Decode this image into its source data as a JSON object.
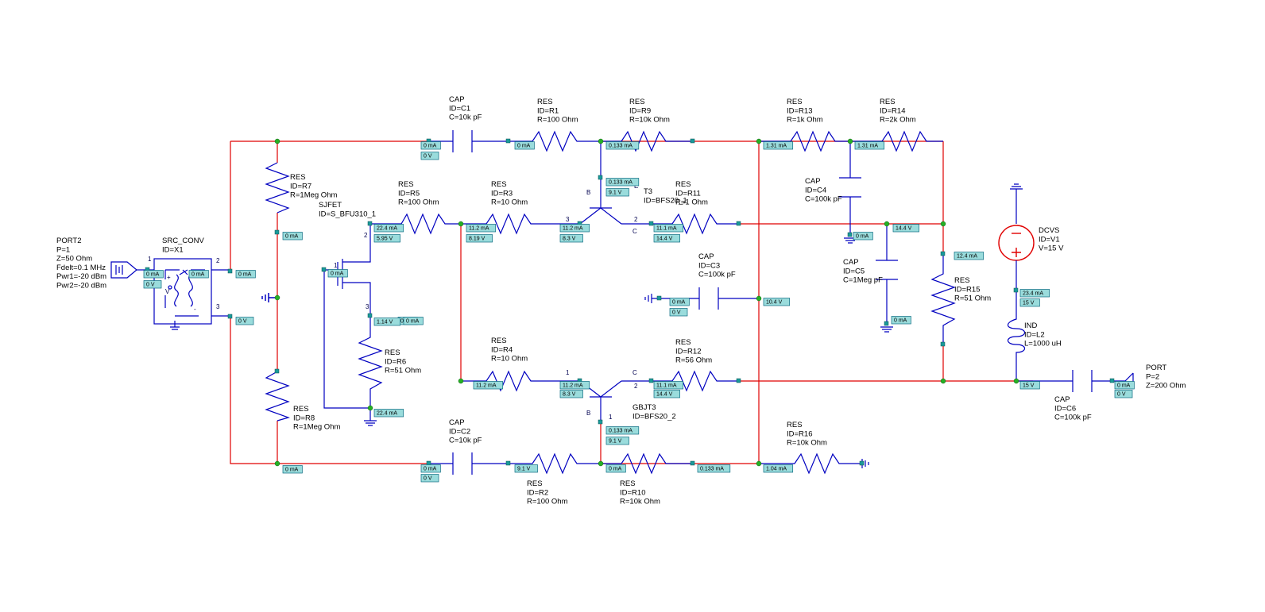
{
  "components": [
    {
      "id": "port2",
      "lines": [
        "PORT2",
        "P=1",
        "Z=50 Ohm",
        "Fdelt=0.1 MHz",
        "Pwr1=-20 dBm",
        "Pwr2=-20 dBm"
      ]
    },
    {
      "id": "x1",
      "lines": [
        "SRC_CONV",
        "ID=X1"
      ]
    },
    {
      "id": "r7",
      "lines": [
        "RES",
        "ID=R7",
        "R=1Meg Ohm"
      ]
    },
    {
      "id": "r8",
      "lines": [
        "RES",
        "ID=R8",
        "R=1Meg Ohm"
      ]
    },
    {
      "id": "sjfet",
      "lines": [
        "SJFET",
        "ID=S_BFU310_1"
      ]
    },
    {
      "id": "r5",
      "lines": [
        "RES",
        "ID=R5",
        "R=100 Ohm"
      ]
    },
    {
      "id": "r6",
      "lines": [
        "RES",
        "ID=R6",
        "R=51 Ohm"
      ]
    },
    {
      "id": "r3",
      "lines": [
        "RES",
        "ID=R3",
        "R=10 Ohm"
      ]
    },
    {
      "id": "r4",
      "lines": [
        "RES",
        "ID=R4",
        "R=10 Ohm"
      ]
    },
    {
      "id": "c1",
      "lines": [
        "CAP",
        "ID=C1",
        "C=10k pF"
      ]
    },
    {
      "id": "c2",
      "lines": [
        "CAP",
        "ID=C2",
        "C=10k pF"
      ]
    },
    {
      "id": "r1",
      "lines": [
        "RES",
        "ID=R1",
        "R=100 Ohm"
      ]
    },
    {
      "id": "r2",
      "lines": [
        "RES",
        "ID=R2",
        "R=100 Ohm"
      ]
    },
    {
      "id": "r9",
      "lines": [
        "RES",
        "ID=R9",
        "R=10k Ohm"
      ]
    },
    {
      "id": "r10",
      "lines": [
        "RES",
        "ID=R10",
        "R=10k Ohm"
      ]
    },
    {
      "id": "t3",
      "lines": [
        "T3",
        "ID=BFS20_1"
      ]
    },
    {
      "id": "gbjt3",
      "lines": [
        "GBJT3",
        "ID=BFS20_2"
      ]
    },
    {
      "id": "r11",
      "lines": [
        "RES",
        "ID=R11",
        "R=1 Ohm"
      ]
    },
    {
      "id": "r12",
      "lines": [
        "RES",
        "ID=R12",
        "R=56 Ohm"
      ]
    },
    {
      "id": "c3",
      "lines": [
        "CAP",
        "ID=C3",
        "C=100k pF"
      ]
    },
    {
      "id": "r13",
      "lines": [
        "RES",
        "ID=R13",
        "R=1k Ohm"
      ]
    },
    {
      "id": "r14",
      "lines": [
        "RES",
        "ID=R14",
        "R=2k Ohm"
      ]
    },
    {
      "id": "c4",
      "lines": [
        "CAP",
        "ID=C4",
        "C=100k pF"
      ]
    },
    {
      "id": "c5",
      "lines": [
        "CAP",
        "ID=C5",
        "C=1Meg pF"
      ]
    },
    {
      "id": "r15",
      "lines": [
        "RES",
        "ID=R15",
        "R=51 Ohm"
      ]
    },
    {
      "id": "r16",
      "lines": [
        "RES",
        "ID=R16",
        "R=10k Ohm"
      ]
    },
    {
      "id": "v1",
      "lines": [
        "DCVS",
        "ID=V1",
        "V=15 V"
      ]
    },
    {
      "id": "l2",
      "lines": [
        "IND",
        "ID=L2",
        "L=1000 uH"
      ]
    },
    {
      "id": "c6",
      "lines": [
        "CAP",
        "ID=C6",
        "C=100k pF"
      ]
    },
    {
      "id": "port",
      "lines": [
        "PORT",
        "P=2",
        "Z=200 Ohm"
      ]
    }
  ],
  "annotations": [
    "0 mA",
    "0 V",
    "0 mA",
    "0 mA",
    "0 V",
    "0 mA",
    "0 mA",
    "0 mA",
    "0 mA",
    "22.4 mA",
    "5.95 V",
    "0 mA",
    "1.14 V",
    "22.4 mA",
    "11.2 mA",
    "8.19 V",
    "11.2 mA",
    "8.3 V",
    "11.2 mA",
    "11.2 mA",
    "8.3 V",
    "0 mA",
    "0 V",
    "0 mA",
    "0 mA",
    "0 V",
    "9.1 V",
    "0.133 mA",
    "0.133 mA",
    "9.1 V",
    "0.133 mA",
    "9.1 V",
    "0 mA",
    "0.133 mA",
    "11.1 mA",
    "14.4 V",
    "11.1 mA",
    "14.4 V",
    "0 mA",
    "0 V",
    "10.4 V",
    "1.31 mA",
    "1.31 mA",
    "0 mA",
    "14.4 V",
    "0 mA",
    "12.4 mA",
    "1.04 mA",
    "23.4 mA",
    "15 V",
    "15 V",
    "0 mA",
    "0 V"
  ],
  "pins": [
    "1",
    "2",
    "3",
    "2",
    "1",
    "3",
    "3",
    "2",
    "1",
    "B",
    "C",
    "2",
    "1",
    "B",
    "C",
    "E",
    "+",
    "-",
    "V"
  ],
  "colors": {
    "wire": "#e00000",
    "body": "#0000c0",
    "node": "#25b025",
    "annotation": "#9adcdc",
    "source": "#e00000"
  }
}
